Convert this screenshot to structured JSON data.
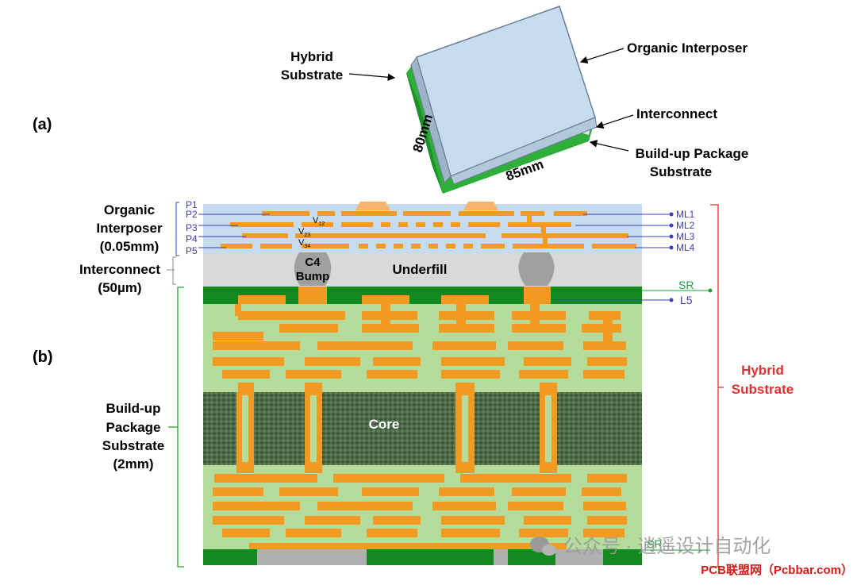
{
  "panel_a": {
    "label": "(a)",
    "hybrid_label_1": "Hybrid",
    "hybrid_label_2": "Substrate",
    "organic_interposer": "Organic Interposer",
    "interconnect": "Interconnect",
    "buildup_1": "Build-up Package",
    "buildup_2": "Substrate",
    "dim_80": "80mm",
    "dim_85": "85mm"
  },
  "panel_b": {
    "label": "(b)",
    "left_labels": {
      "organic_1": "Organic",
      "organic_2": "Interposer",
      "organic_3": "(0.05mm)",
      "interconnect_1": "Interconnect",
      "interconnect_2": "(50µm)",
      "buildup_1": "Build-up",
      "buildup_2": "Package",
      "buildup_3": "Substrate",
      "buildup_4": "(2mm)"
    },
    "p_labels": [
      "P1",
      "P2",
      "P3",
      "P4",
      "P5"
    ],
    "ml_labels": [
      "ML1",
      "ML2",
      "ML3",
      "ML4"
    ],
    "sr_top": "SR",
    "l5": "L5",
    "sr_bottom": "SR",
    "c4_1": "C4",
    "c4_2": "Bump",
    "underfill": "Underfill",
    "core": "Core",
    "v12": "V",
    "v12_sub": "12",
    "v23": "V",
    "v23_sub": "23",
    "v34": "V",
    "v34_sub": "34",
    "hybrid_1": "Hybrid",
    "hybrid_2": "Substrate"
  },
  "watermark": {
    "wechat": "公众号 · 逍遥设计自动化",
    "site": "PCB联盟网（Pcbbar.com）"
  },
  "colors": {
    "interposer_blue": "#c7dbef",
    "copper": "#f39a23",
    "substrate_green": "#b5dc9a",
    "solder_mask": "#12891f",
    "core_dark": "#3b5a3a",
    "underfill_gray": "#d9d9d9",
    "bump_gray": "#9e9e9e",
    "label_purple": "#3b3fb0",
    "hybrid_red": "#e03030",
    "bracket_green": "#22a22a"
  }
}
